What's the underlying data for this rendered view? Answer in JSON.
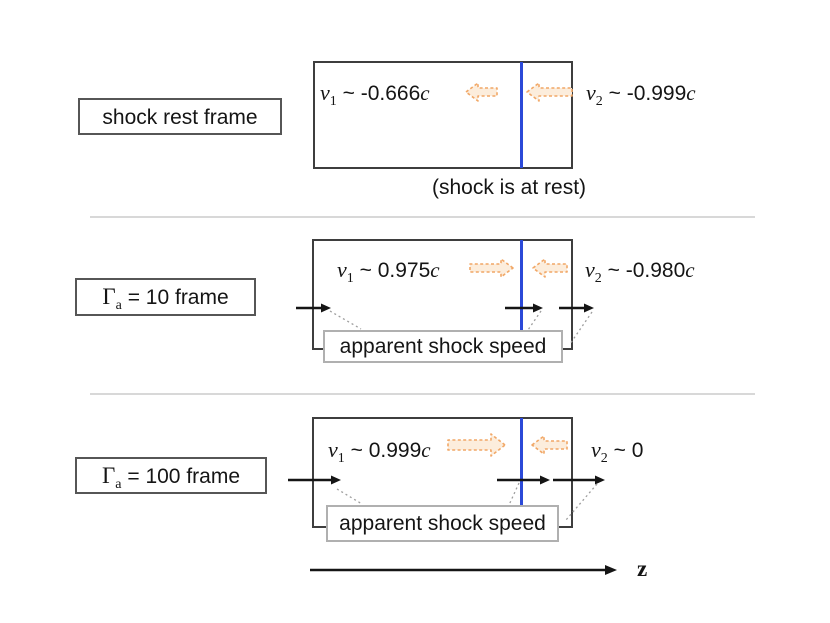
{
  "colors": {
    "c-orange": "#F1A766",
    "c-orange-fill": "#FCEDDC",
    "c-blue": "#2B49D8",
    "c-box": "#3E3E3E",
    "c-label-border": "#565656",
    "c-callout-border": "#B0B0B0",
    "c-divider": "#D8D8D8",
    "c-connector": "#9E9E9E",
    "c-ink": "#151515"
  },
  "panels": [
    {
      "frame_label": {
        "var": "",
        "sub": "",
        "text": "shock rest frame"
      },
      "v1": {
        "var": "v",
        "sub": "1",
        "rel": "~",
        "value": "-0.666",
        "unit": "c"
      },
      "v2": {
        "var": "v",
        "sub": "2",
        "rel": "~",
        "value": "-0.999",
        "unit": "c"
      },
      "caption": "(shock is at rest)"
    },
    {
      "frame_label": {
        "var": "Γ",
        "sub": "a",
        "text": "= 10 frame"
      },
      "v1": {
        "var": "v",
        "sub": "1",
        "rel": "~",
        "value": "0.975",
        "unit": "c"
      },
      "v2": {
        "var": "v",
        "sub": "2",
        "rel": "~",
        "value": "-0.980",
        "unit": "c"
      },
      "callout": "apparent shock speed"
    },
    {
      "frame_label": {
        "var": "Γ",
        "sub": "a",
        "text": "= 100 frame"
      },
      "v1": {
        "var": "v",
        "sub": "1",
        "rel": "~",
        "value": "0.999",
        "unit": "c"
      },
      "v2": {
        "var": "v",
        "sub": "2",
        "rel": "~",
        "value": "0",
        "unit": ""
      },
      "callout": "apparent shock speed"
    }
  ],
  "axis_label": "z"
}
